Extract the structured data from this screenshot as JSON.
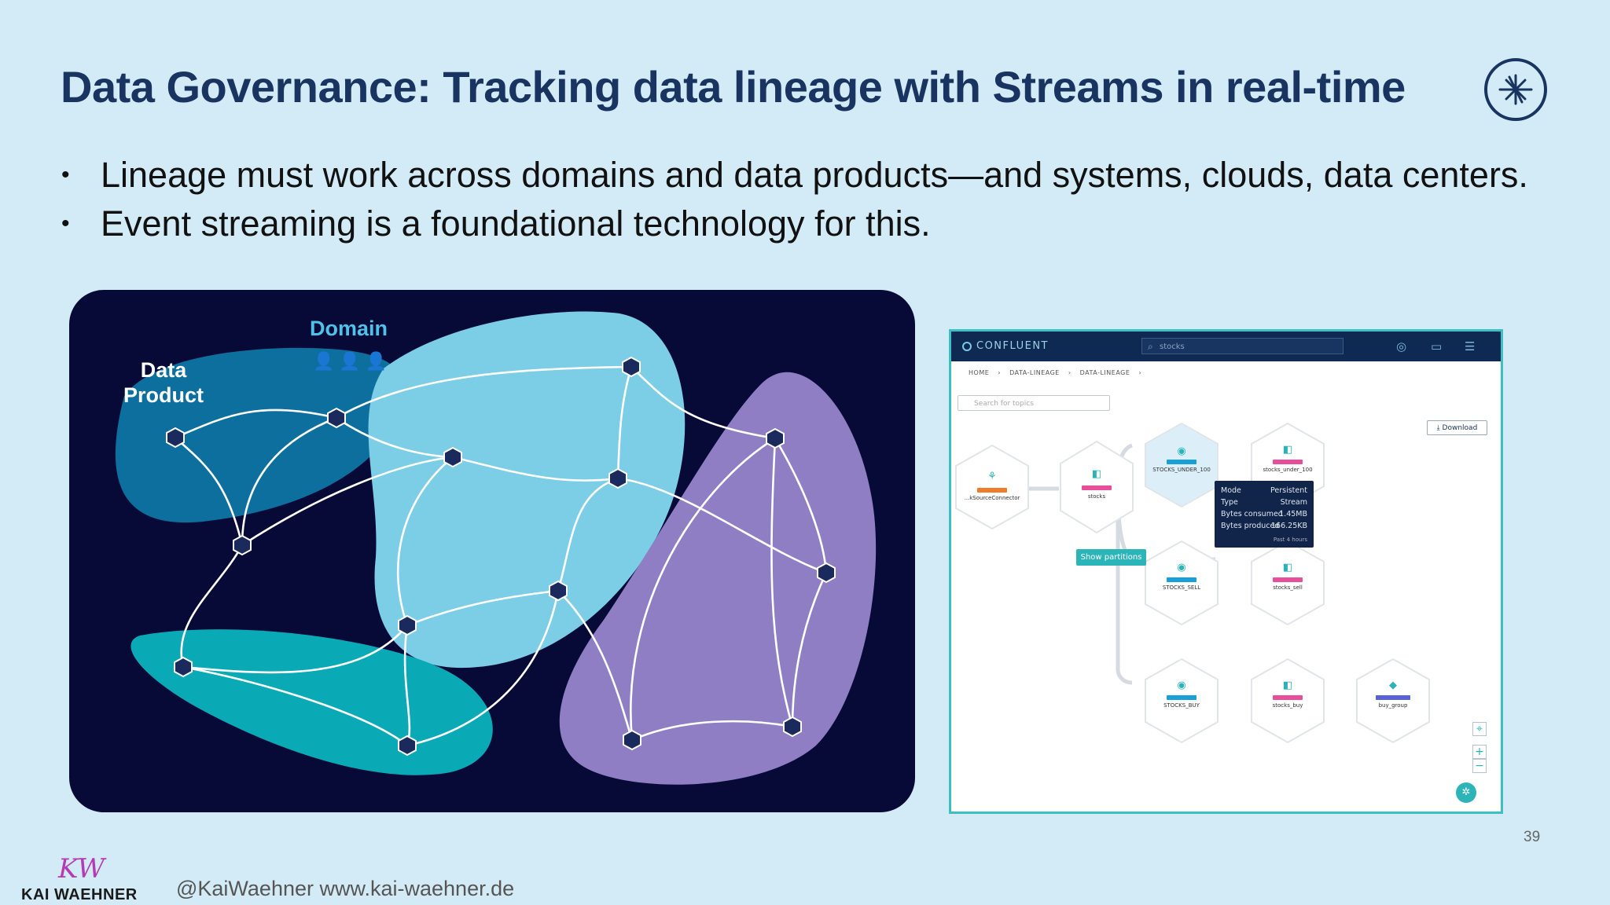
{
  "slide": {
    "title": "Data Governance: Tracking data lineage with Streams in real-time",
    "bullets": [
      "Lineage must work across domains and data products—and systems, clouds, data centers.",
      "Event streaming is a foundational technology for this."
    ],
    "page_number": "39"
  },
  "diagram": {
    "domain_label": "Domain",
    "data_product_label_line1": "Data",
    "data_product_label_line2": "Product",
    "colors": {
      "background": "#070a36",
      "blob_dark_blue": "#0d6f9d",
      "blob_light_blue": "#7ccde6",
      "blob_teal": "#0aa9b6",
      "blob_purple": "#8f7ec4",
      "node": "#1b2a5c"
    }
  },
  "app": {
    "brand": "CONFLUENT",
    "search_value": "stocks",
    "breadcrumbs": [
      "HOME",
      "›",
      "DATA-LINEAGE",
      "›",
      "DATA-LINEAGE",
      "›"
    ],
    "topic_search_placeholder": "Search for topics",
    "download_label": "Download",
    "show_partitions_label": "Show partitions",
    "nodes": {
      "connector": {
        "badge": "CONNECTOR",
        "label": "...kSourceConnector"
      },
      "stocks": {
        "badge": "TOPIC",
        "label": "stocks"
      },
      "stocks_under_100_ksql": {
        "badge": "KSQL",
        "label": "STOCKS_UNDER_100"
      },
      "stocks_under_100_topic": {
        "badge": "TOPIC",
        "label": "stocks_under_100"
      },
      "stocks_sell_ksql": {
        "badge": "KSQL",
        "label": "STOCKS_SELL"
      },
      "stocks_sell_topic": {
        "badge": "TOPIC",
        "label": "stocks_sell"
      },
      "stocks_buy_ksql": {
        "badge": "KSQL",
        "label": "STOCKS_BUY"
      },
      "stocks_buy_topic": {
        "badge": "TOPIC",
        "label": "stocks_buy"
      },
      "buy_group": {
        "badge": "CUSTOM APP",
        "label": "buy_group"
      }
    },
    "tooltip": {
      "rows": [
        {
          "key": "Mode",
          "value": "Persistent"
        },
        {
          "key": "Type",
          "value": "Stream"
        },
        {
          "key": "Bytes consumed",
          "value": "1.45MB"
        },
        {
          "key": "Bytes produced",
          "value": "166.25KB"
        }
      ],
      "footnote": "Past 4 hours"
    }
  },
  "footer": {
    "logo_mark": "KW",
    "logo_name": "KAI WAEHNER",
    "handle": "@KaiWaehner www.kai-waehner.de"
  }
}
